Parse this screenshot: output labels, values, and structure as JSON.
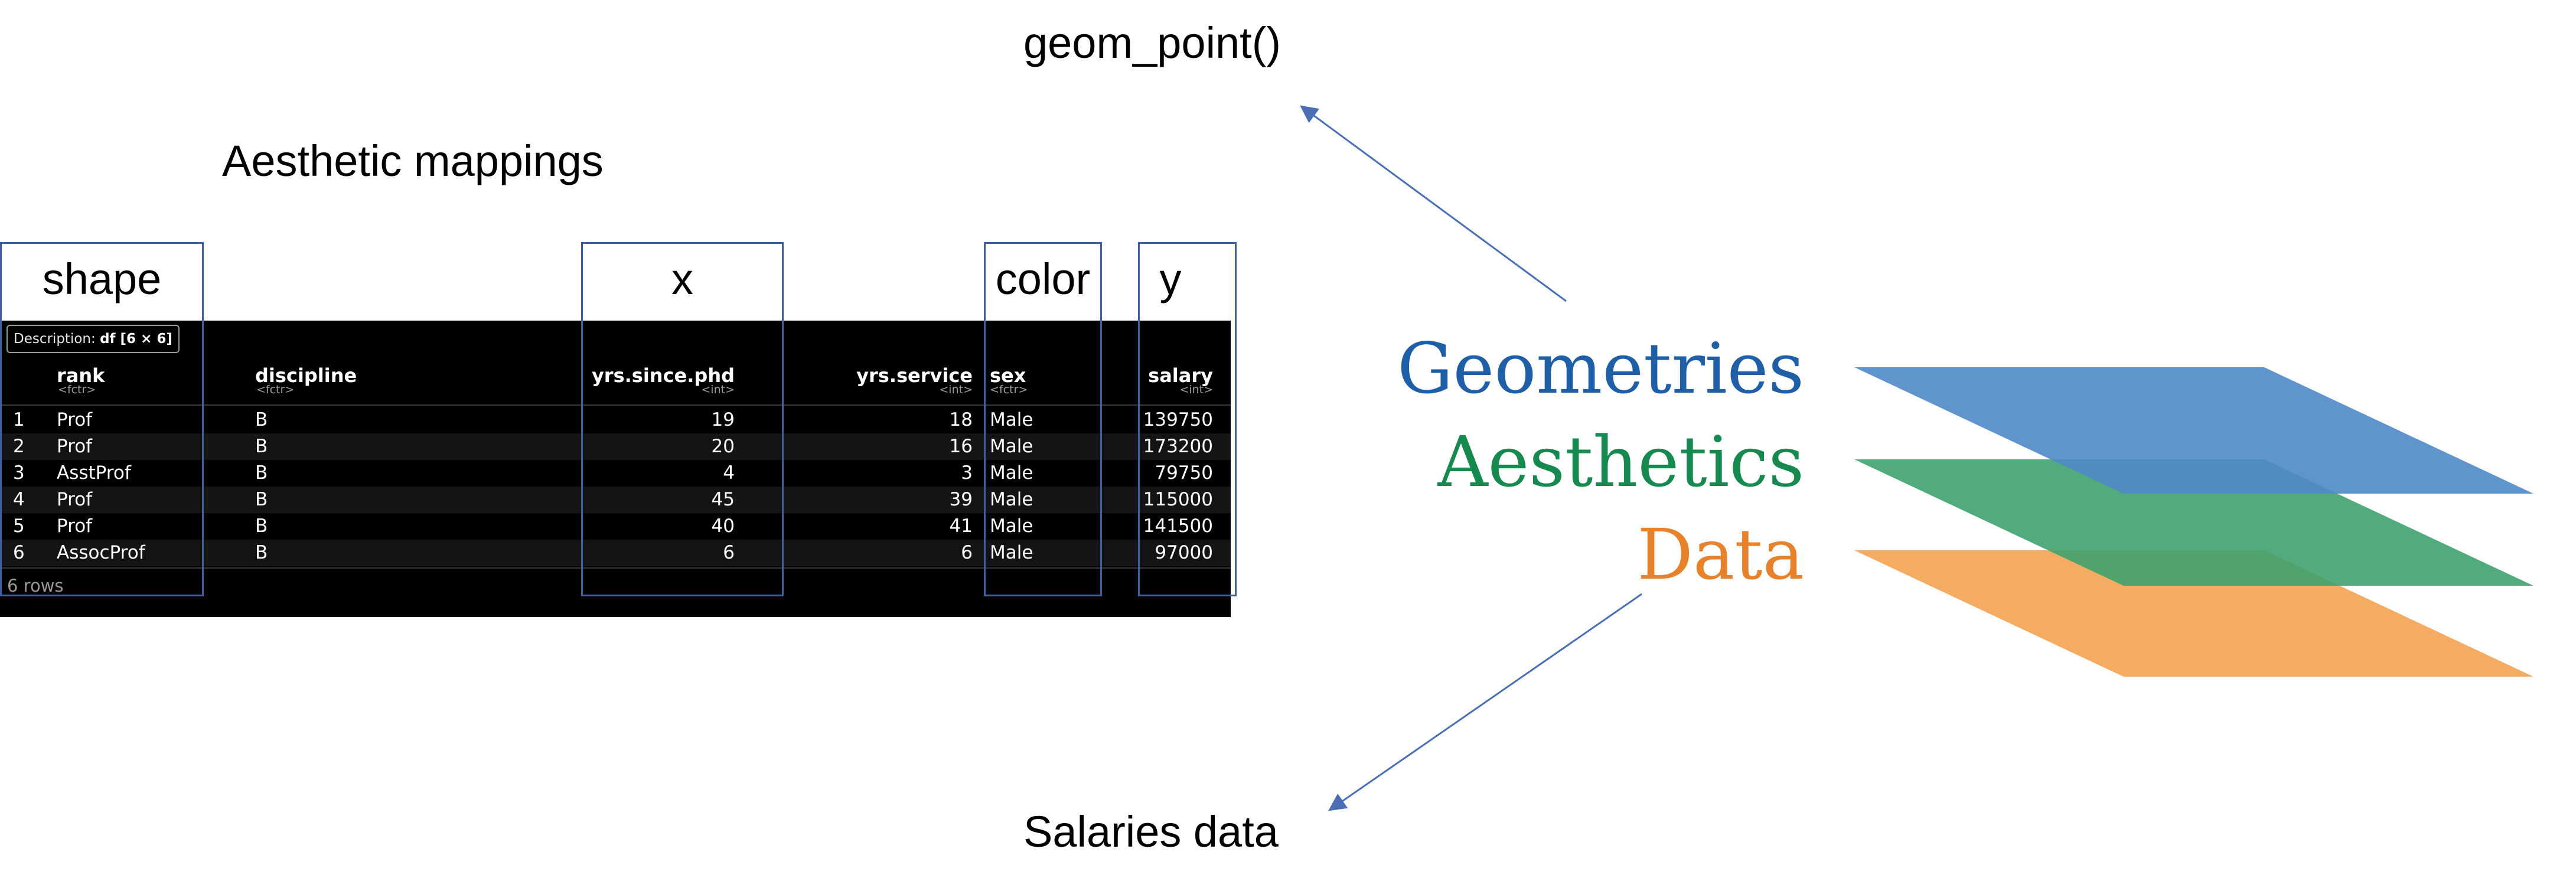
{
  "titles": {
    "geom": "geom_point()",
    "aes": "Aesthetic mappings",
    "data": "Salaries data"
  },
  "mappings": {
    "shape": "shape",
    "x": "x",
    "color": "color",
    "y": "y"
  },
  "table": {
    "description_prefix": "Description:",
    "description_value": "df [6 × 6]",
    "columns": [
      {
        "name": "rank",
        "type": "<fctr>"
      },
      {
        "name": "discipline",
        "type": "<fctr>"
      },
      {
        "name": "yrs.since.phd",
        "type": "<int>"
      },
      {
        "name": "yrs.service",
        "type": "<int>"
      },
      {
        "name": "sex",
        "type": "<fctr>"
      },
      {
        "name": "salary",
        "type": "<int>"
      }
    ],
    "rows": [
      {
        "i": "1",
        "rank": "Prof",
        "discipline": "B",
        "phd": "19",
        "service": "18",
        "sex": "Male",
        "salary": "139750"
      },
      {
        "i": "2",
        "rank": "Prof",
        "discipline": "B",
        "phd": "20",
        "service": "16",
        "sex": "Male",
        "salary": "173200"
      },
      {
        "i": "3",
        "rank": "AsstProf",
        "discipline": "B",
        "phd": "4",
        "service": "3",
        "sex": "Male",
        "salary": "79750"
      },
      {
        "i": "4",
        "rank": "Prof",
        "discipline": "B",
        "phd": "45",
        "service": "39",
        "sex": "Male",
        "salary": "115000"
      },
      {
        "i": "5",
        "rank": "Prof",
        "discipline": "B",
        "phd": "40",
        "service": "41",
        "sex": "Male",
        "salary": "141500"
      },
      {
        "i": "6",
        "rank": "AssocProf",
        "discipline": "B",
        "phd": "6",
        "service": "6",
        "sex": "Male",
        "salary": "97000"
      }
    ],
    "footer": "6 rows"
  },
  "layers": {
    "geometries": "Geometries",
    "aesthetics": "Aesthetics",
    "data": "Data"
  },
  "colors": {
    "geometries": "#1f5fa8",
    "aesthetics": "#16894f",
    "data": "#e8822a",
    "geometries_plane": "#4f88c6",
    "aesthetics_plane": "#3fa26f",
    "data_plane": "#f3a65a",
    "box_border": "#3f5fa3",
    "arrow": "#4a6fb5"
  }
}
